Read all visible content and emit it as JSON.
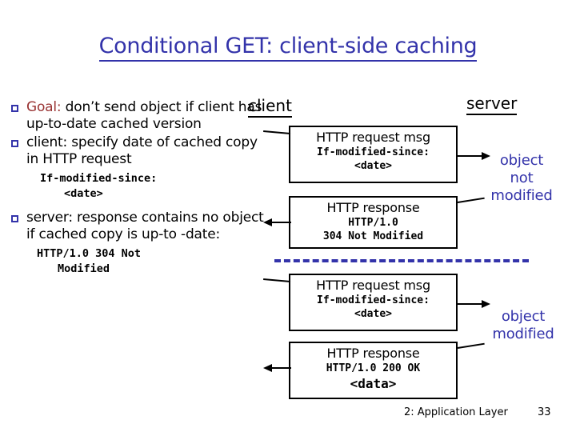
{
  "slide": {
    "title": "Conditional GET: client-side caching",
    "title_color": "#3333aa",
    "accent_red": "#993333",
    "footer_text": "2: Application Layer",
    "footer_page": "33"
  },
  "bullets": [
    {
      "keyword": "Goal:",
      "text": " don’t send object if client has up-to-date cached version"
    },
    {
      "keyword": "",
      "text": "client: specify date of cached copy in HTTP request",
      "code_line1": "If-modified-since:",
      "code_line2": "<date>"
    },
    {
      "keyword": "",
      "text": "server: response contains no object if cached copy is up-to -date:",
      "code_line1": "HTTP/1.0 304 Not",
      "code_line2": "Modified"
    }
  ],
  "columns": {
    "client": "client",
    "server": "server"
  },
  "messages": [
    {
      "id": "request-1",
      "title": "HTTP request msg",
      "line1": "If-modified-since:",
      "line2": "<date>",
      "direction": "client-to-server"
    },
    {
      "id": "response-1",
      "title": "HTTP response",
      "line1": "HTTP/1.0",
      "line2": "304 Not Modified",
      "direction": "server-to-client"
    },
    {
      "id": "request-2",
      "title": "HTTP request msg",
      "line1": "If-modified-since:",
      "line2": "<date>",
      "direction": "client-to-server"
    },
    {
      "id": "response-2",
      "title": "HTTP response",
      "line1": "HTTP/1.0 200 OK",
      "line2": "<data>",
      "direction": "server-to-client"
    }
  ],
  "annotations": {
    "not_modified": "object\nnot\nmodified",
    "not_modified_lines": [
      "object",
      "not",
      "modified"
    ],
    "modified": "object\nmodified",
    "modified_lines": [
      "object",
      "modified"
    ],
    "color": "#3333aa"
  },
  "separator": {
    "style": "dashed",
    "color": "#3333aa"
  }
}
